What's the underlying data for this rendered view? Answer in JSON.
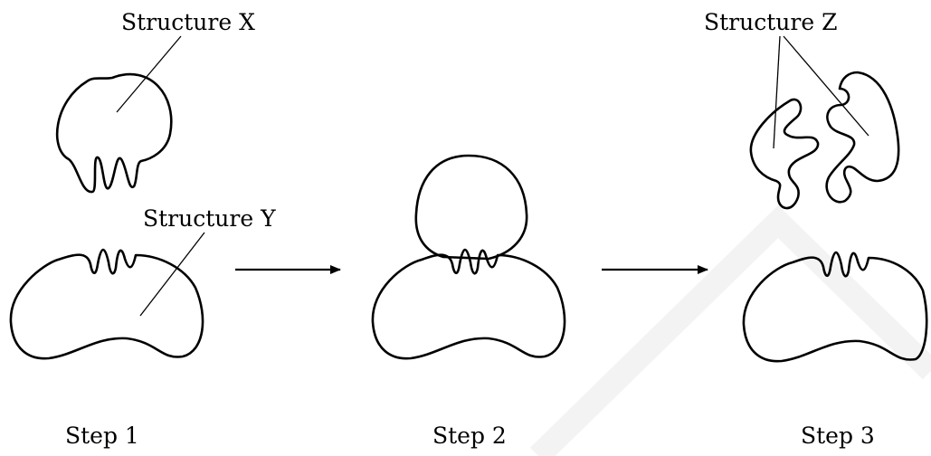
{
  "labels": {
    "structure_x": "Structure X",
    "structure_y": "Structure Y",
    "structure_z": "Structure Z"
  },
  "steps": {
    "step1": "Step 1",
    "step2": "Step 2",
    "step3": "Step 3"
  },
  "colors": {
    "stroke": "#000000",
    "background": "#ffffff"
  }
}
